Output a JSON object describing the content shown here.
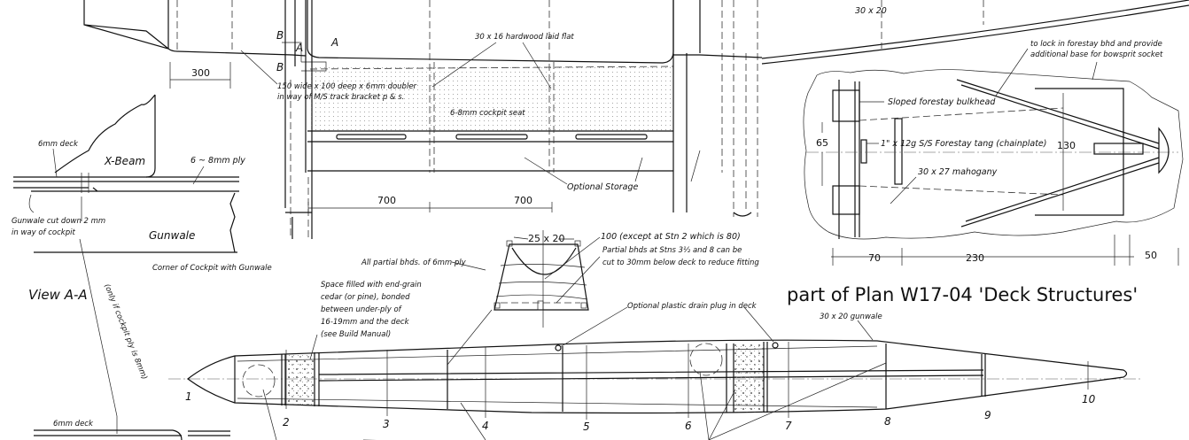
{
  "title": "part of Plan W17-04 'Deck Structures'",
  "cockpit_plan": {
    "section_b": "B",
    "section_a": "A",
    "dim_300": "300",
    "doubler_note": [
      "150 wide x 100 deep x 6mm doubler",
      "in way of M/S track bracket p & s."
    ],
    "hardwood_note": "30 x 16 hardwood laid flat",
    "seat_note": "6-8mm cockpit seat",
    "storage_note": "Optional Storage",
    "dim_700_a": "700",
    "dim_700_b": "700",
    "gunwale_size": "30 x 20"
  },
  "corner_detail": {
    "deck": "6mm deck",
    "xbeam": "X-Beam",
    "ply": "6 ~ 8mm ply",
    "cut_note": [
      "Gunwale cut down 2 mm",
      "in way of cockpit"
    ],
    "gunwale": "Gunwale",
    "caption": "Corner of Cockpit with Gunwale"
  },
  "forestay_detail": {
    "lock_note": [
      "to lock in forestay bhd and provide",
      "additional base for bowsprit socket"
    ],
    "bulkhead": "Sloped forestay bulkhead",
    "tang": "1\" x 12g S/S Forestay tang (chainplate)",
    "dim_65": "65",
    "dim_130": "130",
    "mahogany": "30 x 27 mahogany",
    "dim_70": "70",
    "dim_230": "230",
    "dim_50": "50"
  },
  "view_aa": {
    "label": "View A-A",
    "ply_note": "(only if cockpit ply is 8mm)",
    "deck": "6mm deck"
  },
  "bulkhead_detail": {
    "ply_note": "All partial bhds. of 6mm ply",
    "corner_size": "25 x 20",
    "height_note": [
      "100 (except at Stn 2 which is 80)",
      "Partial bhds at Stns 3½ and 8 can be",
      "cut to 30mm below deck to reduce fitting"
    ]
  },
  "hull_plan": {
    "fill_note": [
      "Space filled with end-grain",
      "cedar (or pine), bonded",
      "between under-ply of",
      "16-19mm and the deck",
      "(see Build Manual)"
    ],
    "drain_note": "Optional plastic drain plug in deck",
    "gunwale_note": "30 x 20 gunwale",
    "stations": [
      "1",
      "2",
      "3",
      "4",
      "5",
      "6",
      "7",
      "8",
      "9",
      "10"
    ]
  }
}
